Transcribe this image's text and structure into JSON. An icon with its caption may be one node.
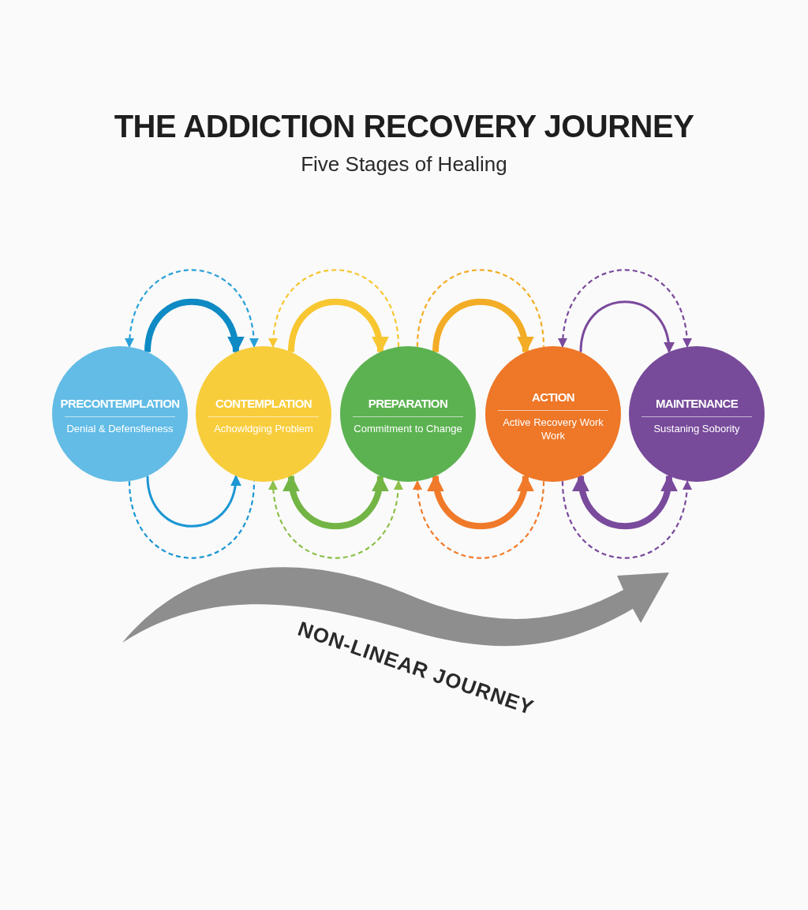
{
  "diagram": {
    "title": "THE ADDICTION RECOVERY JOURNEY",
    "nodes": [
      {
        "text": [
          "PRECONTEMPLATION",
          "Denial & Defensfieness"
        ]
      },
      {
        "text": [
          "CONTEMPLATION",
          "Achowldging Problem"
        ]
      },
      {
        "text": [
          "PREPARATION",
          "Commitment to Change"
        ]
      },
      {
        "text": [
          "ACTION",
          "Active Recovery Work Work"
        ]
      },
      {
        "text": [
          "MAINTENANCE",
          "Sustaning Sobority"
        ]
      }
    ],
    "edges": [
      {
        "from": 0,
        "to": 1,
        "arrow": "to",
        "style": "thick",
        "color": "#0e8ac4"
      },
      {
        "from": 0,
        "to": 1,
        "arrow": "both",
        "style": "dashed",
        "color": "#2aa0d8"
      },
      {
        "from": 1,
        "to": 2,
        "arrow": "to",
        "style": "thick",
        "color": "#f7c631"
      },
      {
        "from": 2,
        "to": 1,
        "arrow": "to",
        "style": "dashed",
        "color": "#f7c631"
      },
      {
        "from": 2,
        "to": 3,
        "arrow": "to",
        "style": "thick",
        "color": "#f3ac25"
      },
      {
        "from": 2,
        "to": 3,
        "arrow": "none",
        "style": "dashed",
        "color": "#f3ac25"
      },
      {
        "from": 3,
        "to": 4,
        "arrow": "to",
        "color": "#7a4a9c"
      },
      {
        "from": 3,
        "to": 4,
        "arrow": "both",
        "style": "dashed",
        "color": "#7a4a9c"
      },
      {
        "from": 0,
        "to": 1,
        "arrow": "to",
        "color": "#1c96d4"
      },
      {
        "from": 0,
        "to": 1,
        "arrow": "none",
        "style": "dashed",
        "color": "#1c96d4"
      },
      {
        "from": 1,
        "to": 2,
        "arrow": "both",
        "style": "thick",
        "color": "#72b545"
      },
      {
        "from": 1,
        "to": 2,
        "arrow": "both",
        "style": "dashed",
        "color": "#8cc04a"
      },
      {
        "from": 2,
        "to": 3,
        "arrow": "both",
        "style": "thick",
        "color": "#f07a2a"
      },
      {
        "from": 3,
        "to": 2,
        "arrow": "to",
        "style": "dashed",
        "color": "#f07a2a"
      },
      {
        "from": 3,
        "to": 4,
        "arrow": "both",
        "style": "thick",
        "color": "#7a4a9c"
      },
      {
        "from": 3,
        "to": 4,
        "arrow": "to",
        "style": "dashed",
        "color": "#7a4a9c"
      }
    ],
    "labels": [
      "Five Stages of Healing",
      "NON-LINEAR JOURNEY"
    ]
  }
}
